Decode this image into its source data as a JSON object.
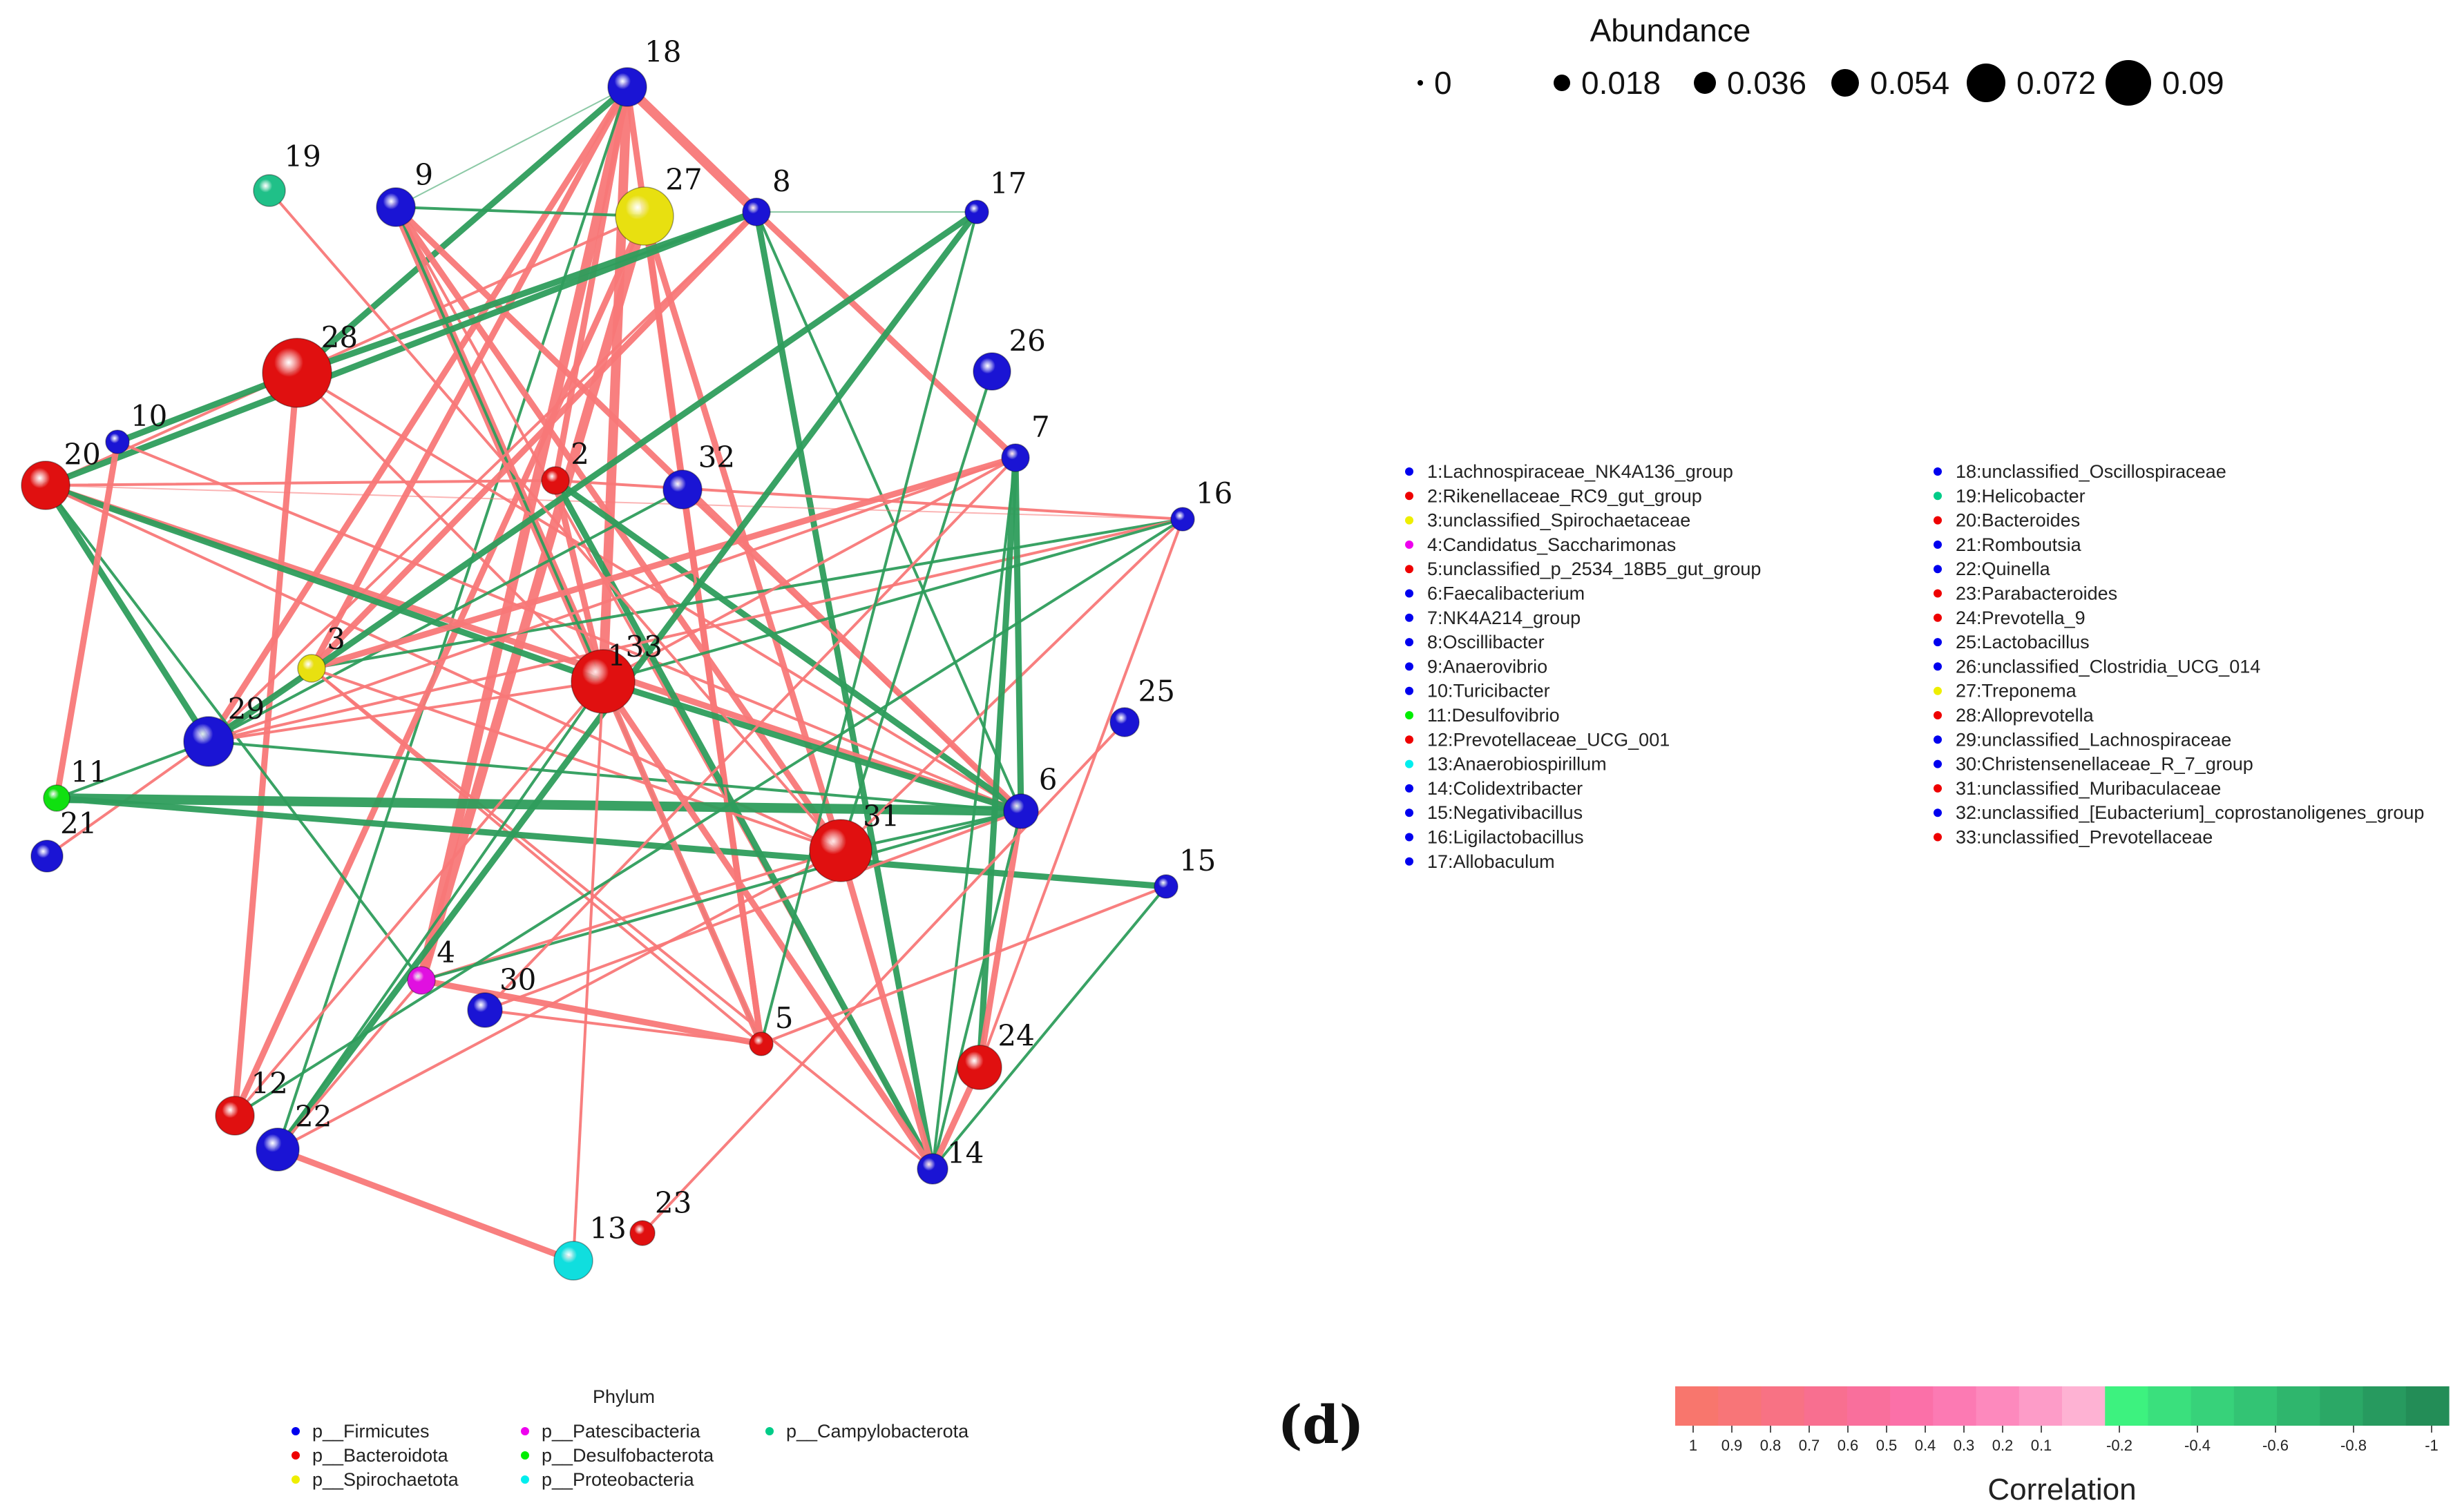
{
  "nodes": [
    {
      "id": "1",
      "phylum": "Firmicutes"
    },
    {
      "id": "2",
      "phylum": "Bacteroidota"
    },
    {
      "id": "3",
      "phylum": "Spirochaetota"
    },
    {
      "id": "4",
      "phylum": "Patescibacteria"
    },
    {
      "id": "5",
      "phylum": "Bacteroidota"
    },
    {
      "id": "6",
      "phylum": "Firmicutes"
    },
    {
      "id": "7",
      "phylum": "Firmicutes"
    },
    {
      "id": "8",
      "phylum": "Firmicutes"
    },
    {
      "id": "9",
      "phylum": "Firmicutes"
    },
    {
      "id": "10",
      "phylum": "Firmicutes"
    },
    {
      "id": "11",
      "phylum": "Desulfobacterota"
    },
    {
      "id": "12",
      "phylum": "Bacteroidota"
    },
    {
      "id": "13",
      "phylum": "Proteobacteria"
    },
    {
      "id": "14",
      "phylum": "Firmicutes"
    },
    {
      "id": "15",
      "phylum": "Firmicutes"
    },
    {
      "id": "16",
      "phylum": "Firmicutes"
    },
    {
      "id": "17",
      "phylum": "Firmicutes"
    },
    {
      "id": "18",
      "phylum": "Firmicutes"
    },
    {
      "id": "19",
      "phylum": "Campylobacterota"
    },
    {
      "id": "20",
      "phylum": "Bacteroidota"
    },
    {
      "id": "21",
      "phylum": "Firmicutes"
    },
    {
      "id": "22",
      "phylum": "Firmicutes"
    },
    {
      "id": "23",
      "phylum": "Bacteroidota"
    },
    {
      "id": "24",
      "phylum": "Bacteroidota"
    },
    {
      "id": "25",
      "phylum": "Firmicutes"
    },
    {
      "id": "26",
      "phylum": "Firmicutes"
    },
    {
      "id": "27",
      "phylum": "Spirochaetota"
    },
    {
      "id": "28",
      "phylum": "Bacteroidota"
    },
    {
      "id": "29",
      "phylum": "Firmicutes"
    },
    {
      "id": "30",
      "phylum": "Firmicutes"
    },
    {
      "id": "31",
      "phylum": "Bacteroidota"
    },
    {
      "id": "32",
      "phylum": "Firmicutes"
    },
    {
      "id": "33",
      "phylum": "Bacteroidota"
    }
  ],
  "node_labels": {
    "1": "1",
    "2": "2",
    "3": "3",
    "4": "4",
    "5": "5",
    "6": "6",
    "7": "7",
    "8": "8",
    "9": "9",
    "10": "10",
    "11": "11",
    "12": "12",
    "13": "13",
    "14": "14",
    "15": "15",
    "16": "16",
    "17": "17",
    "18": "18",
    "19": "19",
    "20": "20",
    "21": "21",
    "22": "22",
    "23": "23",
    "24": "24",
    "25": "25",
    "26": "26",
    "27": "27",
    "28": "28",
    "29": "29",
    "30": "30",
    "31": "31",
    "32": "32",
    "33": "33"
  },
  "edges": [
    [
      "18",
      "33",
      1,
      3
    ],
    [
      "18",
      "2",
      1,
      2
    ],
    [
      "18",
      "4",
      1,
      3
    ],
    [
      "18",
      "29",
      1,
      2
    ],
    [
      "18",
      "5",
      1,
      2
    ],
    [
      "18",
      "3",
      1,
      2
    ],
    [
      "18",
      "28",
      -1,
      2
    ],
    [
      "18",
      "22",
      -1,
      1
    ],
    [
      "18",
      "9",
      -1,
      0
    ],
    [
      "18",
      "8",
      1,
      3
    ],
    [
      "27",
      "4",
      1,
      3
    ],
    [
      "27",
      "12",
      1,
      2
    ],
    [
      "27",
      "5",
      1,
      2
    ],
    [
      "27",
      "31",
      1,
      2
    ],
    [
      "27",
      "20",
      1,
      1
    ],
    [
      "27",
      "9",
      -1,
      1
    ],
    [
      "9",
      "33",
      1,
      3
    ],
    [
      "9",
      "31",
      1,
      2
    ],
    [
      "9",
      "6",
      1,
      2
    ],
    [
      "9",
      "5",
      -1,
      1
    ],
    [
      "9",
      "14",
      1,
      1
    ],
    [
      "8",
      "28",
      -1,
      2
    ],
    [
      "8",
      "20",
      -1,
      2
    ],
    [
      "8",
      "3",
      1,
      2
    ],
    [
      "8",
      "29",
      1,
      1
    ],
    [
      "8",
      "14",
      -1,
      2
    ],
    [
      "8",
      "6",
      -1,
      1
    ],
    [
      "8",
      "7",
      1,
      2
    ],
    [
      "8",
      "17",
      -1,
      0
    ],
    [
      "28",
      "10",
      -1,
      2
    ],
    [
      "28",
      "12",
      1,
      2
    ],
    [
      "28",
      "6",
      1,
      1
    ],
    [
      "28",
      "33",
      1,
      1
    ],
    [
      "20",
      "29",
      -1,
      2
    ],
    [
      "20",
      "6",
      1,
      2
    ],
    [
      "20",
      "33",
      -1,
      2
    ],
    [
      "20",
      "31",
      1,
      1
    ],
    [
      "20",
      "4",
      -1,
      1
    ],
    [
      "20",
      "2",
      1,
      1
    ],
    [
      "20",
      "16",
      1,
      0
    ],
    [
      "10",
      "11",
      1,
      2
    ],
    [
      "10",
      "6",
      1,
      1
    ],
    [
      "2",
      "14",
      -1,
      2
    ],
    [
      "2",
      "6",
      -1,
      2
    ],
    [
      "2",
      "16",
      1,
      1
    ],
    [
      "2",
      "33",
      1,
      2
    ],
    [
      "32",
      "29",
      -1,
      1
    ],
    [
      "32",
      "5",
      1,
      1
    ],
    [
      "32",
      "6",
      1,
      1
    ],
    [
      "3",
      "16",
      -1,
      1
    ],
    [
      "3",
      "7",
      1,
      2
    ],
    [
      "3",
      "14",
      1,
      1
    ],
    [
      "3",
      "31",
      1,
      1
    ],
    [
      "3",
      "5",
      1,
      1
    ],
    [
      "3",
      "21",
      1,
      1
    ],
    [
      "29",
      "17",
      -1,
      2
    ],
    [
      "29",
      "33",
      1,
      1
    ],
    [
      "29",
      "6",
      -1,
      1
    ],
    [
      "29",
      "7",
      1,
      1
    ],
    [
      "29",
      "16",
      1,
      1
    ],
    [
      "11",
      "6",
      -1,
      3
    ],
    [
      "11",
      "15",
      -1,
      2
    ],
    [
      "11",
      "29",
      -1,
      1
    ],
    [
      "33",
      "14",
      1,
      2
    ],
    [
      "33",
      "5",
      1,
      2
    ],
    [
      "33",
      "6",
      -1,
      2
    ],
    [
      "33",
      "22",
      -1,
      1
    ],
    [
      "33",
      "7",
      1,
      1
    ],
    [
      "33",
      "16",
      -1,
      1
    ],
    [
      "22",
      "13",
      1,
      2
    ],
    [
      "22",
      "17",
      -1,
      2
    ],
    [
      "22",
      "31",
      1,
      1
    ],
    [
      "22",
      "4",
      1,
      1
    ],
    [
      "4",
      "5",
      1,
      2
    ],
    [
      "4",
      "31",
      1,
      1
    ],
    [
      "4",
      "6",
      -1,
      1
    ],
    [
      "31",
      "14",
      1,
      2
    ],
    [
      "31",
      "26",
      -1,
      1
    ],
    [
      "31",
      "16",
      1,
      1
    ],
    [
      "31",
      "6",
      -1,
      1
    ],
    [
      "30",
      "7",
      1,
      1
    ],
    [
      "30",
      "6",
      1,
      1
    ],
    [
      "30",
      "5",
      1,
      1
    ],
    [
      "7",
      "14",
      -1,
      1
    ],
    [
      "7",
      "24",
      -1,
      2
    ],
    [
      "7",
      "6",
      -1,
      2
    ],
    [
      "6",
      "24",
      1,
      2
    ],
    [
      "6",
      "14",
      -1,
      1
    ],
    [
      "16",
      "24",
      1,
      1
    ],
    [
      "16",
      "12",
      -1,
      1
    ],
    [
      "15",
      "14",
      -1,
      1
    ],
    [
      "15",
      "5",
      1,
      1
    ],
    [
      "24",
      "14",
      1,
      2
    ],
    [
      "25",
      "23",
      1,
      1
    ],
    [
      "19",
      "31",
      1,
      1
    ],
    [
      "13",
      "33",
      1,
      1
    ],
    [
      "17",
      "5",
      -1,
      1
    ],
    [
      "12",
      "33",
      1,
      1
    ]
  ],
  "abundance_legend": {
    "title": "Abundance",
    "values": [
      "0",
      "0.018",
      "0.036",
      "0.054",
      "0.072",
      "0.09"
    ]
  },
  "taxa_legend": [
    {
      "label": "1:Lachnospiraceae_NK4A136_group",
      "color": "#0000ee"
    },
    {
      "label": "2:Rikenellaceae_RC9_gut_group",
      "color": "#ee0000"
    },
    {
      "label": "3:unclassified_Spirochaetaceae",
      "color": "#eeee00"
    },
    {
      "label": "4:Candidatus_Saccharimonas",
      "color": "#ee00ee"
    },
    {
      "label": "5:unclassified_p_2534_18B5_gut_group",
      "color": "#ee0000"
    },
    {
      "label": "6:Faecalibacterium",
      "color": "#0000ee"
    },
    {
      "label": "7:NK4A214_group",
      "color": "#0000ee"
    },
    {
      "label": "8:Oscillibacter",
      "color": "#0000ee"
    },
    {
      "label": "9:Anaerovibrio",
      "color": "#0000ee"
    },
    {
      "label": "10:Turicibacter",
      "color": "#0000ee"
    },
    {
      "label": "11:Desulfovibrio",
      "color": "#00ee00"
    },
    {
      "label": "12:Prevotellaceae_UCG_001",
      "color": "#ee0000"
    },
    {
      "label": "13:Anaerobiospirillum",
      "color": "#00eeee"
    },
    {
      "label": "14:Colidextribacter",
      "color": "#0000ee"
    },
    {
      "label": "15:Negativibacillus",
      "color": "#0000ee"
    },
    {
      "label": "16:Ligilactobacillus",
      "color": "#0000ee"
    },
    {
      "label": "17:Allobaculum",
      "color": "#0000ee"
    },
    {
      "label": "18:unclassified_Oscillospiraceae",
      "color": "#0000ee"
    },
    {
      "label": "19:Helicobacter",
      "color": "#00cc88"
    },
    {
      "label": "20:Bacteroides",
      "color": "#ee0000"
    },
    {
      "label": "21:Romboutsia",
      "color": "#0000ee"
    },
    {
      "label": "22:Quinella",
      "color": "#0000ee"
    },
    {
      "label": "23:Parabacteroides",
      "color": "#ee0000"
    },
    {
      "label": "24:Prevotella_9",
      "color": "#ee0000"
    },
    {
      "label": "25:Lactobacillus",
      "color": "#0000ee"
    },
    {
      "label": "26:unclassified_Clostridia_UCG_014",
      "color": "#0000ee"
    },
    {
      "label": "27:Treponema",
      "color": "#eeee00"
    },
    {
      "label": "28:Alloprevotella",
      "color": "#ee0000"
    },
    {
      "label": "29:unclassified_Lachnospiraceae",
      "color": "#0000ee"
    },
    {
      "label": "30:Christensenellaceae_R_7_group",
      "color": "#0000ee"
    },
    {
      "label": "31:unclassified_Muribaculaceae",
      "color": "#ee0000"
    },
    {
      "label": "32:unclassified_[Eubacterium]_coprostanoligenes_group",
      "color": "#0000ee"
    },
    {
      "label": "33:unclassified_Prevotellaceae",
      "color": "#ee0000"
    }
  ],
  "phylum_legend": {
    "title": "Phylum",
    "items": [
      {
        "label": "p__Firmicutes",
        "color": "#0000ee"
      },
      {
        "label": "p__Bacteroidota",
        "color": "#ee0000"
      },
      {
        "label": "p__Spirochaetota",
        "color": "#eeee00"
      },
      {
        "label": "p__Patescibacteria",
        "color": "#ee00ee"
      },
      {
        "label": "p__Desulfobacterota",
        "color": "#00ee00"
      },
      {
        "label": "p__Proteobacteria",
        "color": "#00eeee"
      },
      {
        "label": "p__Campylobacterota",
        "color": "#00cc88"
      }
    ]
  },
  "panel_label": "(d)",
  "correlation_bar": {
    "title": "Correlation",
    "ticks": [
      "1",
      "0.9",
      "0.8",
      "0.7",
      "0.6",
      "0.5",
      "0.4",
      "0.3",
      "0.2",
      "0.1",
      "-0.2",
      "-0.4",
      "-0.6",
      "-0.8",
      "-1"
    ],
    "positive_colors": [
      "#f8766d",
      "#f87578",
      "#f87284",
      "#f86f90",
      "#f96f9c",
      "#fb70a8",
      "#fc7ab3",
      "#fd89bd",
      "#fd9cc8",
      "#feb2d3"
    ],
    "negative_colors": [
      "#3df27f",
      "#3ae07d",
      "#37d27a",
      "#33c474",
      "#2fb66d",
      "#2ba866",
      "#279a5f",
      "#238d57"
    ]
  },
  "colors": {
    "positive_edge": "#f87878",
    "negative_edge": "#2e9d5c",
    "Firmicutes": "#1a14d4",
    "Bacteroidota": "#e01010",
    "Spirochaetota": "#e8e010",
    "Patescibacteria": "#e010e0",
    "Desulfobacterota": "#10e010",
    "Proteobacteria": "#10dede",
    "Campylobacterota": "#20c088"
  }
}
